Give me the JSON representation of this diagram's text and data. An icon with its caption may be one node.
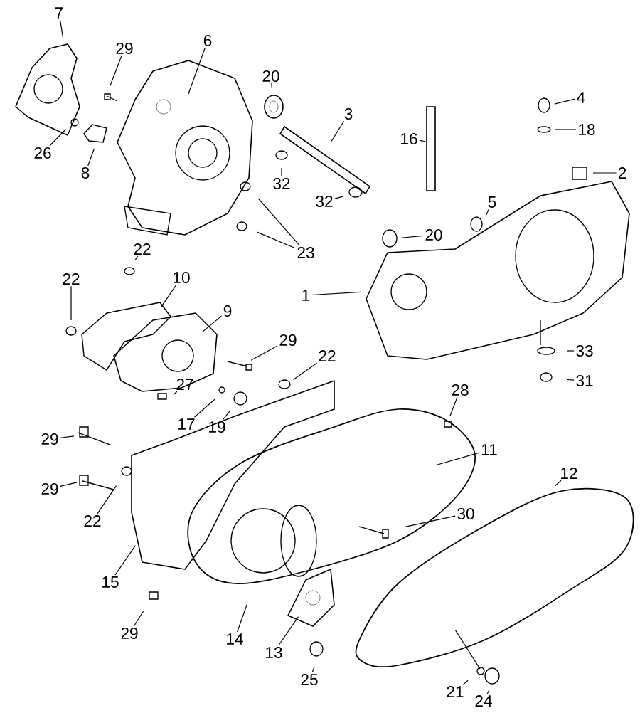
{
  "diagram": {
    "nodes": [
      {
        "text": [
          "7"
        ]
      },
      {
        "text": [
          "6"
        ]
      },
      {
        "text": [
          "29"
        ]
      },
      {
        "text": [
          "20"
        ]
      },
      {
        "text": [
          "4"
        ]
      },
      {
        "text": [
          "3"
        ]
      },
      {
        "text": [
          "18"
        ]
      },
      {
        "text": [
          "16"
        ]
      },
      {
        "text": [
          "26"
        ]
      },
      {
        "text": [
          "8"
        ]
      },
      {
        "text": [
          "2"
        ]
      },
      {
        "text": [
          "32"
        ]
      },
      {
        "text": [
          "32"
        ]
      },
      {
        "text": [
          "5"
        ]
      },
      {
        "text": [
          "20"
        ]
      },
      {
        "text": [
          "23"
        ]
      },
      {
        "text": [
          "22"
        ]
      },
      {
        "text": [
          "10"
        ]
      },
      {
        "text": [
          "22"
        ]
      },
      {
        "text": [
          "1"
        ]
      },
      {
        "text": [
          "9"
        ]
      },
      {
        "text": [
          "29"
        ]
      },
      {
        "text": [
          "33"
        ]
      },
      {
        "text": [
          "22"
        ]
      },
      {
        "text": [
          "31"
        ]
      },
      {
        "text": [
          "28"
        ]
      },
      {
        "text": [
          "27"
        ]
      },
      {
        "text": [
          "17"
        ]
      },
      {
        "text": [
          "19"
        ]
      },
      {
        "text": [
          "29"
        ]
      },
      {
        "text": [
          "11"
        ]
      },
      {
        "text": [
          "12"
        ]
      },
      {
        "text": [
          "29"
        ]
      },
      {
        "text": [
          "30"
        ]
      },
      {
        "text": [
          "22"
        ]
      },
      {
        "text": [
          "15"
        ]
      },
      {
        "text": [
          "29"
        ]
      },
      {
        "text": [
          "14"
        ]
      },
      {
        "text": [
          "13"
        ]
      },
      {
        "text": [
          "25"
        ]
      },
      {
        "text": [
          "21"
        ]
      },
      {
        "text": [
          "24"
        ]
      }
    ],
    "edges": [
      {
        "from": 0,
        "to": null,
        "arrow": "none"
      },
      {
        "from": 1,
        "to": null,
        "arrow": "none"
      },
      {
        "from": 2,
        "to": null,
        "arrow": "none"
      },
      {
        "from": 3,
        "to": null,
        "arrow": "none"
      },
      {
        "from": 4,
        "to": null,
        "arrow": "none"
      },
      {
        "from": 5,
        "to": null,
        "arrow": "none"
      },
      {
        "from": 6,
        "to": null,
        "arrow": "none"
      },
      {
        "from": 7,
        "to": null,
        "arrow": "none"
      },
      {
        "from": 8,
        "to": null,
        "arrow": "none"
      },
      {
        "from": 9,
        "to": null,
        "arrow": "none"
      },
      {
        "from": 10,
        "to": null,
        "arrow": "none"
      },
      {
        "from": 11,
        "to": null,
        "arrow": "none"
      },
      {
        "from": 12,
        "to": null,
        "arrow": "none"
      },
      {
        "from": 13,
        "to": null,
        "arrow": "none"
      },
      {
        "from": 14,
        "to": null,
        "arrow": "none"
      },
      {
        "from": 15,
        "to": null,
        "arrow": "none"
      },
      {
        "from": 16,
        "to": null,
        "arrow": "none"
      },
      {
        "from": 17,
        "to": null,
        "arrow": "none"
      },
      {
        "from": 18,
        "to": null,
        "arrow": "none"
      },
      {
        "from": 19,
        "to": null,
        "arrow": "none"
      },
      {
        "from": 20,
        "to": null,
        "arrow": "none"
      },
      {
        "from": 21,
        "to": null,
        "arrow": "none"
      },
      {
        "from": 22,
        "to": null,
        "arrow": "none"
      },
      {
        "from": 23,
        "to": null,
        "arrow": "none"
      },
      {
        "from": 24,
        "to": null,
        "arrow": "none"
      },
      {
        "from": 25,
        "to": null,
        "arrow": "none"
      },
      {
        "from": 26,
        "to": null,
        "arrow": "none"
      },
      {
        "from": 27,
        "to": null,
        "arrow": "none"
      },
      {
        "from": 28,
        "to": null,
        "arrow": "none"
      },
      {
        "from": 29,
        "to": null,
        "arrow": "none"
      },
      {
        "from": 30,
        "to": null,
        "arrow": "none"
      },
      {
        "from": 31,
        "to": null,
        "arrow": "none"
      },
      {
        "from": 32,
        "to": null,
        "arrow": "none"
      },
      {
        "from": 33,
        "to": null,
        "arrow": "none"
      },
      {
        "from": 34,
        "to": null,
        "arrow": "none"
      },
      {
        "from": 35,
        "to": null,
        "arrow": "none"
      },
      {
        "from": 36,
        "to": null,
        "arrow": "none"
      },
      {
        "from": 37,
        "to": null,
        "arrow": "none"
      },
      {
        "from": 38,
        "to": null,
        "arrow": "none"
      },
      {
        "from": 39,
        "to": null,
        "arrow": "none"
      },
      {
        "from": 40,
        "to": null,
        "arrow": "none"
      },
      {
        "from": 41,
        "to": null,
        "arrow": "none"
      },
      {
        "from": 15,
        "to": null,
        "arrow": "none"
      }
    ]
  }
}
